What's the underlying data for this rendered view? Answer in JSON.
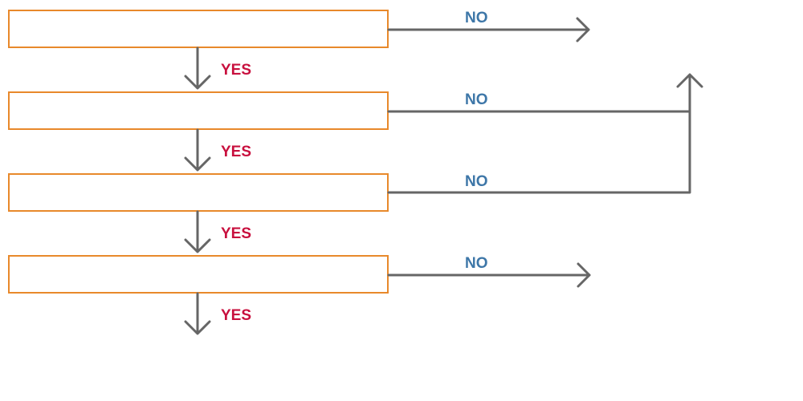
{
  "diagram": {
    "box_stroke_color": "#E8892B",
    "connector_color": "#666666",
    "yes_label_color": "#C8103E",
    "no_label_color": "#3E77A8",
    "steps": [
      {
        "text": "",
        "yes_label": "YES",
        "no_label": "NO"
      },
      {
        "text": "",
        "yes_label": "YES",
        "no_label": "NO"
      },
      {
        "text": "",
        "yes_label": "YES",
        "no_label": "NO"
      },
      {
        "text": "",
        "yes_label": "YES",
        "no_label": "NO"
      }
    ]
  }
}
